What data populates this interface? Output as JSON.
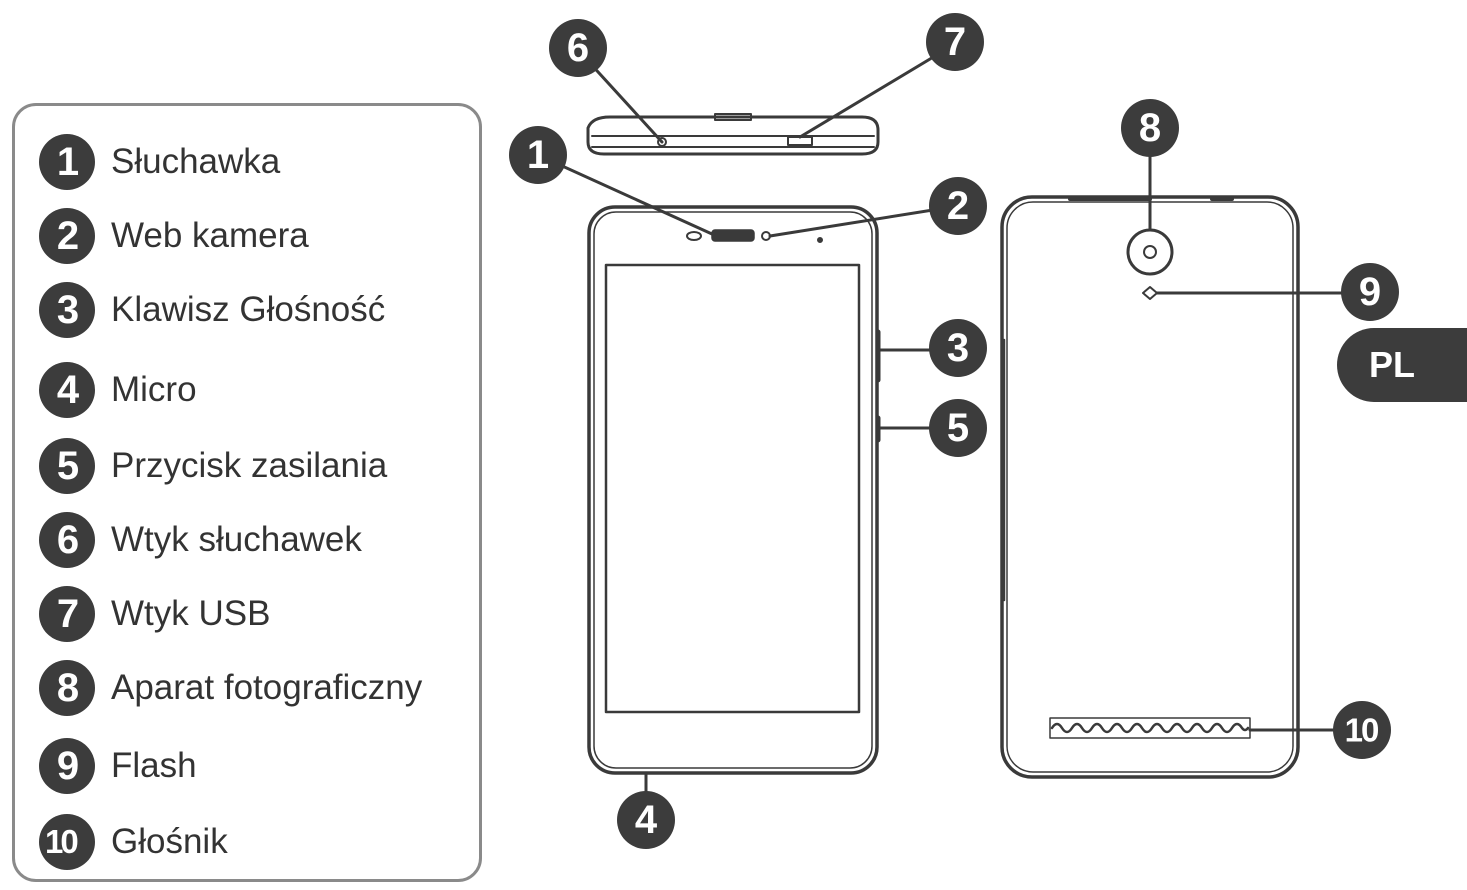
{
  "legend": {
    "items": [
      {
        "number": "1",
        "label": "Słuchawka"
      },
      {
        "number": "2",
        "label": "Web kamera"
      },
      {
        "number": "3",
        "label": "Klawisz Głośność"
      },
      {
        "number": "4",
        "label": "Micro"
      },
      {
        "number": "5",
        "label": "Przycisk zasilania"
      },
      {
        "number": "6",
        "label": "Wtyk słuchawek"
      },
      {
        "number": "7",
        "label": "Wtyk USB"
      },
      {
        "number": "8",
        "label": "Aparat fotograficzny"
      },
      {
        "number": "9",
        "label": "Flash"
      },
      {
        "number": "10",
        "label": "Głośnik"
      }
    ]
  },
  "callouts": [
    "1",
    "2",
    "3",
    "4",
    "5",
    "6",
    "7",
    "8",
    "9",
    "10"
  ],
  "language_tab": "PL",
  "colors": {
    "badge": "#3c3c3c",
    "line": "#3a3a3a",
    "frame": "#8a8a8a"
  }
}
